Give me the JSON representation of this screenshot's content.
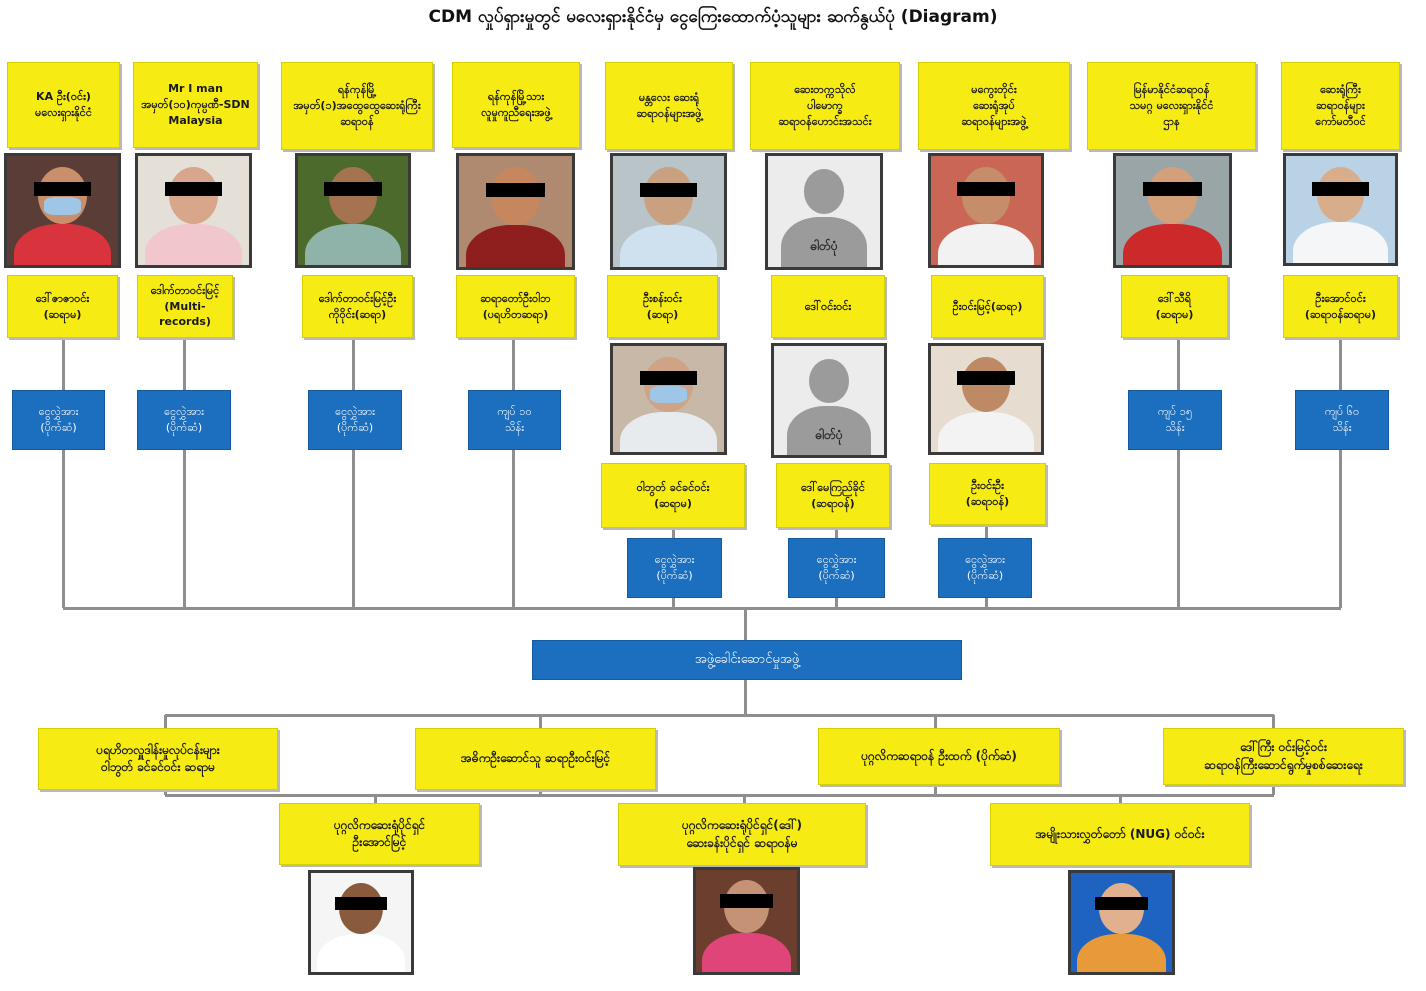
{
  "title": "CDM လှုပ်ရှားမှုတွင် မလေးရှားနိုင်ငံမှ ငွေကြေးထောက်ပံ့သူများ ဆက်နွယ်ပုံ (Diagram)",
  "colors": {
    "box": "#f6ec14",
    "blue": "#1c6fbf",
    "line": "#8e8e8e"
  },
  "photo_placeholder_text": "ဓါတ်ပုံ",
  "top_columns": [
    {
      "org": "KA ဦး(ဝင်း)\nမလေးရှားနိုင်ငံ",
      "person": "ဒေါ်ဇာဇာဝင်း\n(ဆရာမ)",
      "transfer": "ငွေလွှဲအား\n(ပိုက်ဆံ)"
    },
    {
      "org": "Mr I man\nအမှတ်(၁၀)ကုမ္ပဏီ-SDN\nMalaysia",
      "person": "ဒေါက်တာဝင်းမြင့်\n(Multi-records)",
      "transfer": "ငွေလွှဲအား\n(ပိုက်ဆံ)"
    },
    {
      "org": "ရန်ကုန်မြို့\nအမှတ်(၁)အထွေထွေဆေးရုံကြီး\nဆရာဝန်",
      "person": "ဒေါက်တာဝင်းမြင့်ဦး\nကိုဝိုင်း(ဆရာ)",
      "transfer": "ငွေလွှဲအား\n(ပိုက်ဆံ)"
    },
    {
      "org": "ရန်ကုန်မြို့သား\nလူမှုကူညီရေးအဖွဲ့",
      "person": "ဆရာတော်ဦးဝါဘ\n(ပရဟိတဆရာ)",
      "transfer": "ကျပ် ၁၀\nသိန်း"
    },
    {
      "org": "မန္တလေး ဆေးရုံ\nဆရာဝန်များအဖွဲ့",
      "person": "ဦးစန်းဝင်း\n(ဆရာ)",
      "person2": "ဝါဘွတ် ခင်ခင်ဝင်း\n(ဆရာမ)",
      "transfer": "ငွေလွှဲအား\n(ပိုက်ဆံ)"
    },
    {
      "org": "ဆေးတက္ကသိုလ်\nပါမောက္ခ\nဆရာဝန်ဟောင်းအသင်း",
      "person": "ဒေါ်ဝင်းဝင်း",
      "person2": "ဒေါ်မေကြည်ခိုင်\n(ဆရာဝန်)",
      "transfer": "ငွေလွှဲအား\n(ပိုက်ဆံ)"
    },
    {
      "org": "မကွေးတိုင်း\nဆေးရုံအုပ်\nဆရာဝန်များအဖွဲ့",
      "person": "ဦးဝင်းမြင့်(ဆရာ)",
      "person2": "ဦးဝင်းဦး\n(ဆရာဝန်)",
      "transfer": "ငွေလွှဲအား\n(ပိုက်ဆံ)"
    },
    {
      "org": "မြန်မာနိုင်ငံဆရာဝန်\nသမဂ္ဂ မလေးရှားနိုင်ငံ\nဌာန",
      "person": "ဒေါ်သီရိ\n(ဆရာမ)",
      "transfer": "ကျပ် ၁၅\nသိန်း"
    },
    {
      "org": "ဆေးရုံကြီး\nဆရာဝန်များ\nကော်မတီဝင်",
      "person": "ဦးအောင်ဝင်း\n(ဆရာဝန်ဆရာမ)",
      "transfer": "ကျပ် ၆၀\nသိန်း"
    }
  ],
  "center": "အဖွဲ့ခေါင်းဆောင်မှုအဖွဲ့",
  "bottom_row1": [
    "ပရဟိတလှူဒါန်းမှုလုပ်ငန်းများ\nဝါဘွတ် ခင်ခင်ဝင်း ဆရာမ",
    "အဓိကဦးဆောင်သူ ဆရာဦးဝင်းမြင့်",
    "ပုဂ္ဂလိကဆရာဝန် ဦးထက် (ပိုက်ဆံ)",
    "ဒေါ်ကြီး ဝင်းမြင့်ဝင်း\nဆရာဝန်ကြီးဆောင်ရွက်မှုစစ်ဆေးရေး"
  ],
  "bottom_row2": [
    "ပုဂ္ဂလိကဆေးရုံပိုင်ရှင်\nဦးအောင်မြင့်",
    "ပုဂ္ဂလိကဆေးရုံပိုင်ရှင်(ဒေါ်)\nဆေးခန်းပိုင်ရှင် ဆရာဝန်မ",
    "အမျိုးသားလွှတ်တော် (NUG) ဝင်ဝင်း"
  ]
}
